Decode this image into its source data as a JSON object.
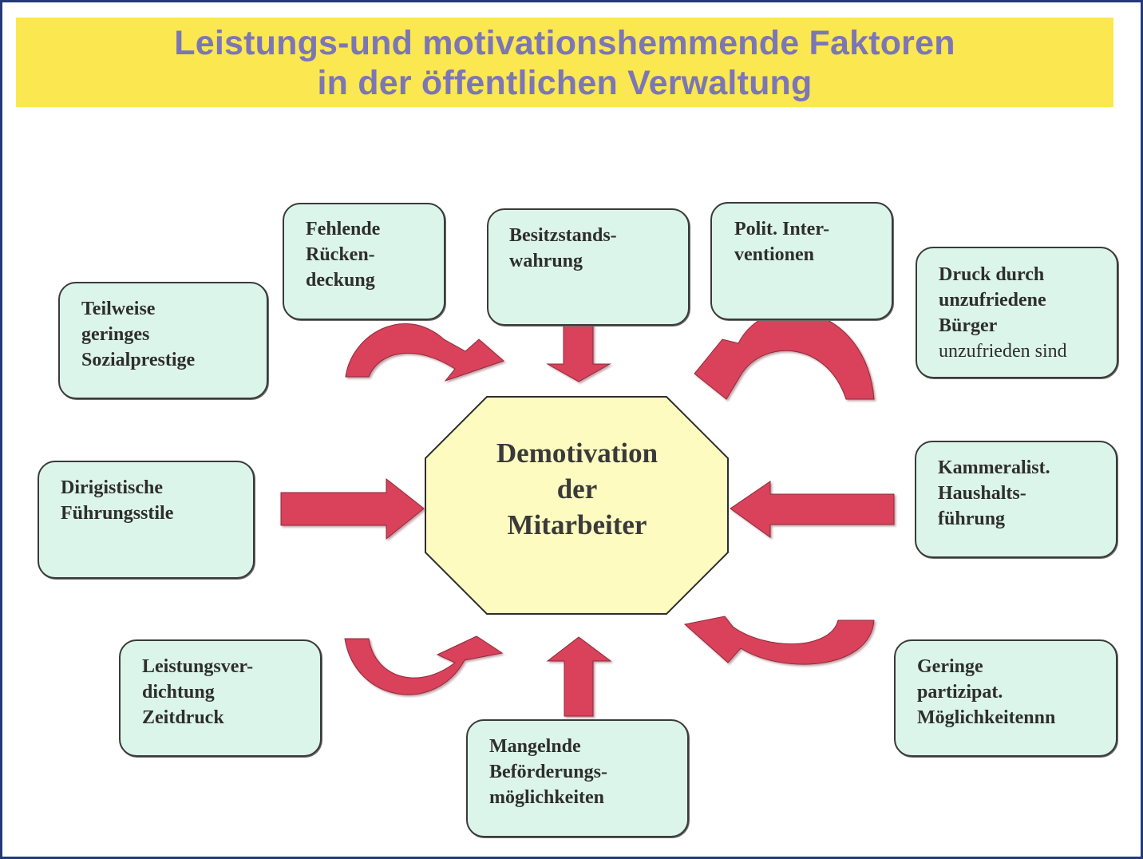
{
  "title": {
    "line1": "Leistungs-und motivationshemmende Faktoren",
    "line2": "in der öffentlichen Verwaltung"
  },
  "center": {
    "line1": "Demotivation",
    "line2": "der",
    "line3": "Mitarbeiter"
  },
  "factors": {
    "sozialprestige": [
      "Teilweise",
      "geringes",
      "Sozialprestige"
    ],
    "rueckendeckung": [
      "Fehlende",
      "Rücken-",
      "deckung"
    ],
    "besitzstand": [
      "Besitzstands-",
      "wahrung"
    ],
    "interventionen": [
      "Polit. Inter-",
      "ventionen"
    ],
    "buergerdruck": [
      "Druck durch",
      "unzufriedene",
      "Bürger",
      "unzufrieden sind"
    ],
    "fuehrungsstile": [
      "Dirigistische",
      "Führungsstile"
    ],
    "haushalt": [
      "Kammeralist.",
      "Haushalts-",
      "führung"
    ],
    "zeitdruck": [
      "Leistungsver-",
      "dichtung",
      "Zeitdruck"
    ],
    "befoerderung": [
      "Mangelnde",
      "Beförderungs-",
      "möglichkeiten"
    ],
    "partizipation": [
      "Geringe",
      "partizipat.",
      "Möglichkeitennn"
    ]
  },
  "colors": {
    "title_band": "#fbe74f",
    "title_text": "#7b76b5",
    "box_fill": "#dcf5ea",
    "center_fill": "#fdfbc0",
    "arrow_fill": "#d9435a",
    "frame": "#243a78"
  }
}
